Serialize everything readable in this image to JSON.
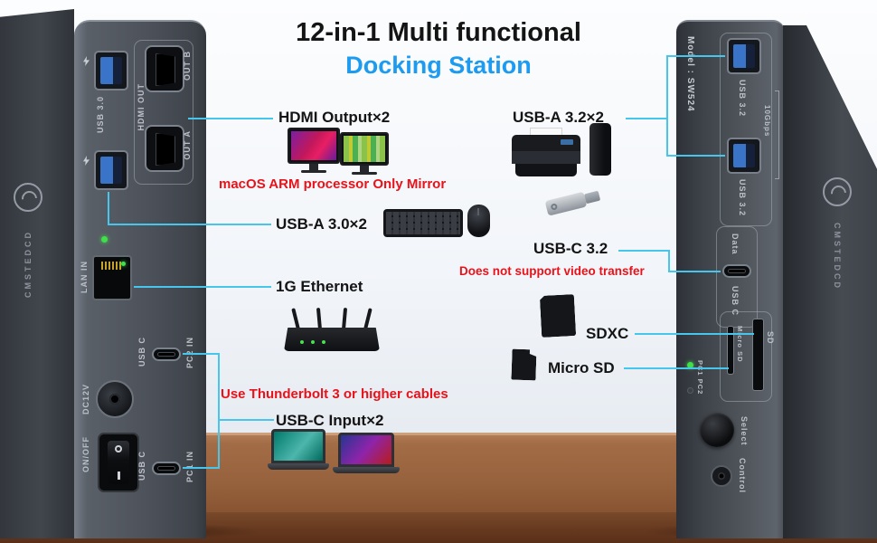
{
  "title": {
    "line1": "12-in-1 Multi functional",
    "line2": "Docking Station"
  },
  "callouts": {
    "hdmi_label": "HDMI Output×2",
    "hdmi_note": "macOS ARM processor Only Mirror",
    "usba30_label": "USB-A 3.0×2",
    "ethernet_label": "1G Ethernet",
    "thunderbolt_note": "Use Thunderbolt 3 or higher cables",
    "usbc_input_label": "USB-C Input×2",
    "usba32_label": "USB-A 3.2×2",
    "usbc32_label": "USB-C 3.2",
    "usbc32_note": "Does not support video transfer",
    "sdxc_label": "SDXC",
    "microsd_label": "Micro SD"
  },
  "left_dock": {
    "brand": "CMSTEDCD",
    "usb30": "USB 3.0",
    "hdmi_out": "HDMI OUT",
    "out_b": "OUT B",
    "out_a": "OUT A",
    "lan_in": "LAN IN",
    "usbc_top": "USB C",
    "pc2_in": "PC2 IN",
    "dc12v": "DC12V",
    "onoff": "ON/OFF",
    "usbc_bottom": "USB C",
    "pc1_in": "PC1 IN"
  },
  "right_dock": {
    "brand": "CMSTEDCD",
    "model": "Model : SW524",
    "usb32_top": "USB 3.2",
    "usb32_bottom": "USB 3.2",
    "speed": "10Gbps",
    "data": "Data",
    "usbc": "USB C",
    "micro_sd": "Micro SD",
    "sd": "SD",
    "pc_leds": "PC1 PC2",
    "select": "Select",
    "control": "Control"
  },
  "colors": {
    "accent_blue": "#1d9bf0",
    "note_red": "#e8121a",
    "line_cyan": "#46c6ed",
    "usb_blue": "#3a74c8"
  }
}
